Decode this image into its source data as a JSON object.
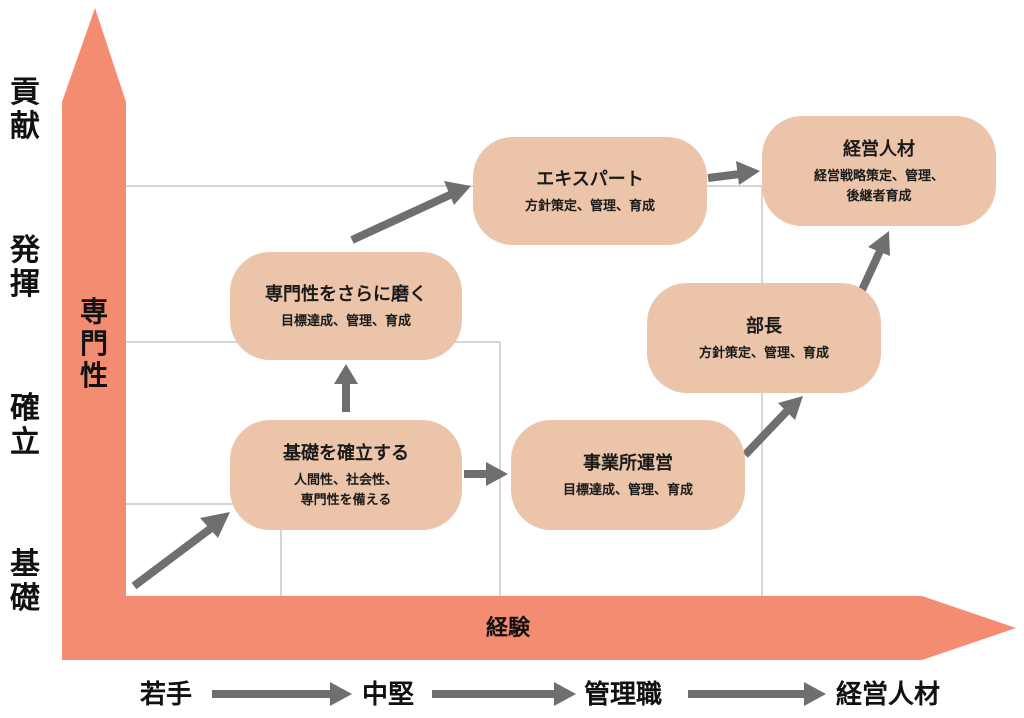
{
  "y_axis_levels": [
    {
      "text": "貢献"
    },
    {
      "text": "発揮"
    },
    {
      "text": "確立"
    },
    {
      "text": "基礎"
    }
  ],
  "y_axis_title": "専門性",
  "x_axis_title": "経験",
  "stages": [
    "若手",
    "中堅",
    "管理職",
    "経営人材"
  ],
  "nodes": {
    "foundation": {
      "title": "基礎を確立する",
      "sub": "人間性、社会性、\n専門性を備える"
    },
    "specialize": {
      "title": "専門性をさらに磨く",
      "sub": "目標達成、管理、育成"
    },
    "expert": {
      "title": "エキスパート",
      "sub": "方針策定、管理、育成"
    },
    "executive": {
      "title": "経営人材",
      "sub": "経営戦略策定、管理、\n後継者育成"
    },
    "business": {
      "title": "事業所運営",
      "sub": "目標達成、管理、育成"
    },
    "director": {
      "title": "部長",
      "sub": "方針策定、管理、育成"
    }
  },
  "colors": {
    "axis": "#f48c72",
    "node": "#ebc4aa",
    "arrow": "#6f6f6f",
    "grid": "#d6d6d6"
  }
}
